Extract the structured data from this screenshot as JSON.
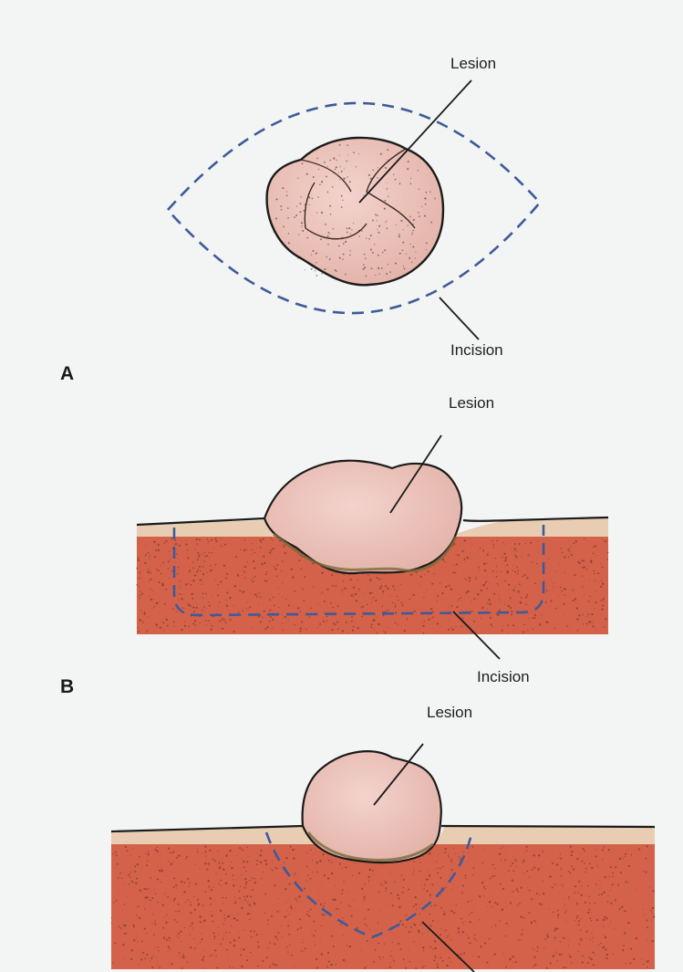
{
  "figure": {
    "panels": [
      {
        "letter": "A",
        "lesion_label": "Lesion",
        "incision_label": "Incision"
      },
      {
        "letter": "B",
        "lesion_label": "Lesion",
        "incision_label": "Incision"
      },
      {
        "letter": "",
        "lesion_label": "Lesion",
        "incision_label": ""
      }
    ],
    "colors": {
      "background": "#f2f5f4",
      "lesion_fill": "#ecc4bc",
      "lesion_outline": "#1b1b1b",
      "tissue": "#d4624a",
      "epidermis": "#e9cdb2",
      "incision_line": "#3f5a9a",
      "stipple": "#3a2420"
    }
  }
}
